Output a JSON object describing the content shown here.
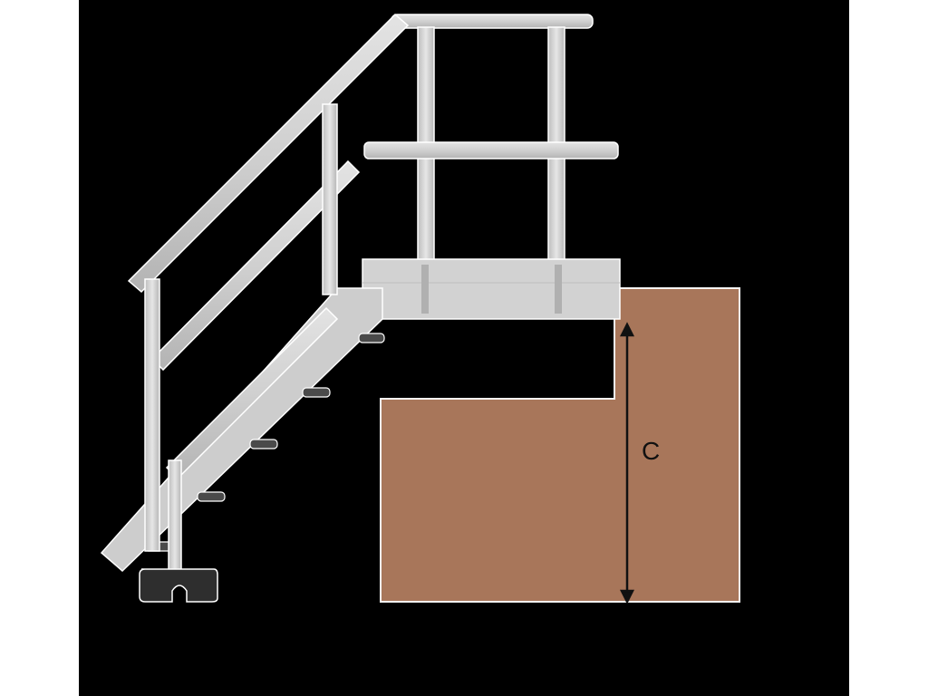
{
  "diagram": {
    "subject": "Industrial access stair with top platform and guardrail mounted against a stepped block",
    "colors": {
      "background": "#000000",
      "margin": "#ffffff",
      "metal": "#cfcfcf",
      "metal_dark": "#a9a9a9",
      "block": "#a8765a",
      "foot": "#2e2e2e",
      "dimension_line": "#111111"
    },
    "dimension": {
      "label": "C",
      "meaning": "height of block / platform rise"
    },
    "components": [
      "handrail",
      "platform-guardrail",
      "platform",
      "stair-stringer",
      "stair-treads",
      "support-post",
      "base-foot",
      "stepped-block"
    ]
  }
}
